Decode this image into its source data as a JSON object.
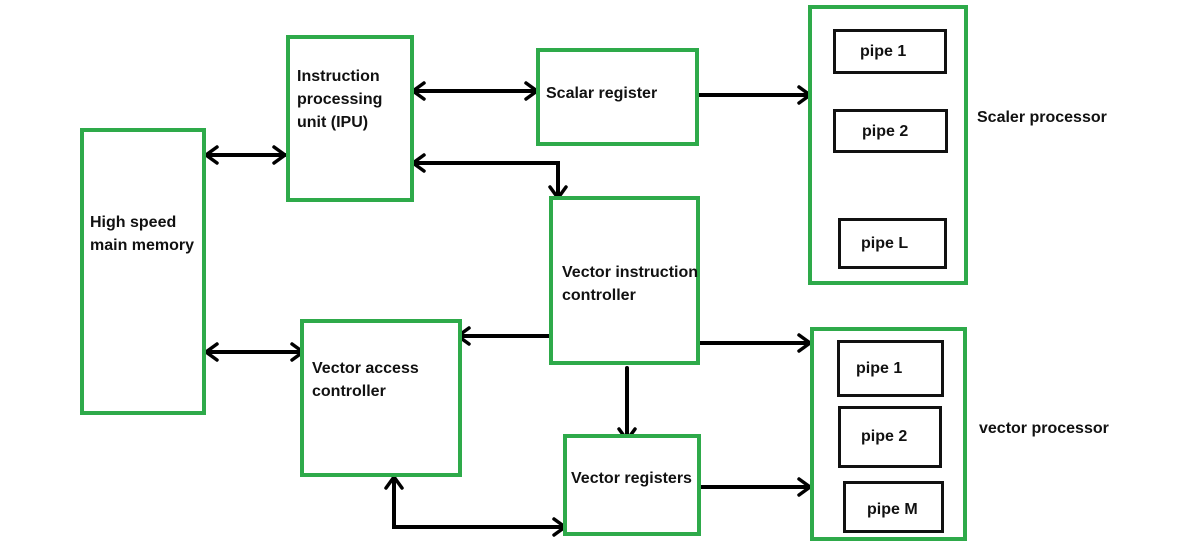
{
  "diagram": {
    "colors": {
      "box_border": "#2eaa4a",
      "pipe_border": "#111111",
      "arrow": "#000000"
    },
    "memory_label": "High speed\nmain memory",
    "ipu_label": "Instruction\nprocessing\nunit (IPU)",
    "scalar_register_label": "Scalar register",
    "vector_instruction_label": "Vector instruction\ncontroller",
    "vector_access_label": "Vector access\ncontroller",
    "vector_registers_label": "Vector registers",
    "scalar_processor": {
      "label": "Scaler processor",
      "pipes": [
        "pipe 1",
        "pipe 2",
        "pipe L"
      ]
    },
    "vector_processor": {
      "label": "vector processor",
      "pipes": [
        "pipe 1",
        "pipe 2",
        "pipe M"
      ]
    }
  }
}
